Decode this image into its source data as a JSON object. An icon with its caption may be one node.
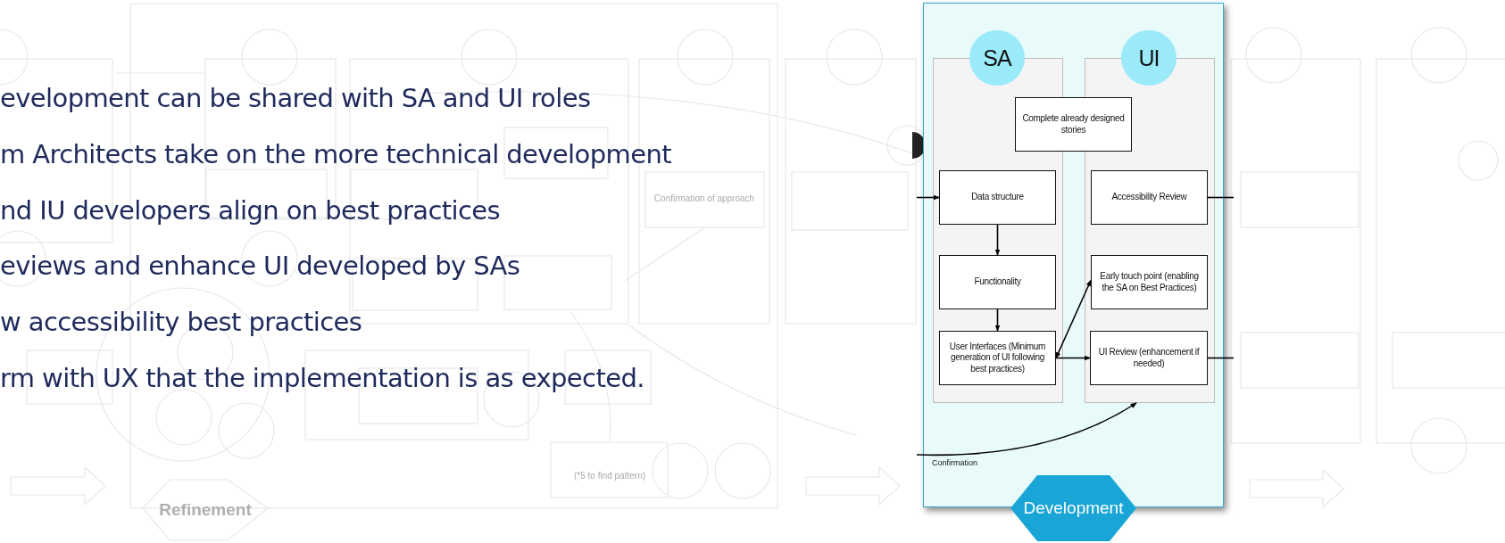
{
  "diagram": {
    "nodes": [
      {
        "text": [
          "Development"
        ]
      },
      {
        "text": [
          "SA"
        ],
        "in": 0
      },
      {
        "text": [
          "UI"
        ],
        "in": 0
      },
      {
        "text": [
          "Complete already designed stories"
        ],
        "in": 0
      },
      {
        "text": [
          "Data structure"
        ],
        "in": 1
      },
      {
        "text": [
          "Functionality"
        ],
        "in": 1
      },
      {
        "text": [
          "User Interfaces (Minimum generation of UI following best practices)"
        ],
        "in": 1
      },
      {
        "text": [
          "Accessibility Review"
        ],
        "in": 2
      },
      {
        "text": [
          "Early touch point (enabling the SA on Best Practices)"
        ],
        "in": 2
      },
      {
        "text": [
          "UI Review (enhancement if needed)"
        ],
        "in": 2
      }
    ],
    "edges": [
      {
        "from": null,
        "to": 4,
        "arrow": "to"
      },
      {
        "from": 4,
        "to": 5,
        "arrow": "to"
      },
      {
        "from": 5,
        "to": 6,
        "arrow": "to"
      },
      {
        "from": 6,
        "to": 8,
        "arrow": "both"
      },
      {
        "from": 6,
        "to": 9,
        "arrow": "to"
      },
      {
        "from": 7,
        "to": null,
        "arrow": "none"
      },
      {
        "from": 9,
        "to": null,
        "arrow": "none"
      },
      {
        "from": null,
        "to": 2,
        "arrow": "to",
        "label": "Confirmation"
      }
    ],
    "labels": [
      "evelopment can be shared with SA and UI roles",
      "m Architects take on the more technical development",
      "nd IU developers align on best practices",
      "eviews and enhance UI developed by SAs",
      "w accessibility best practices",
      "rm with UX that the implementation is as expected.",
      "Confirmation of approach",
      "(*5 to find pattern)",
      "Refinement"
    ]
  }
}
